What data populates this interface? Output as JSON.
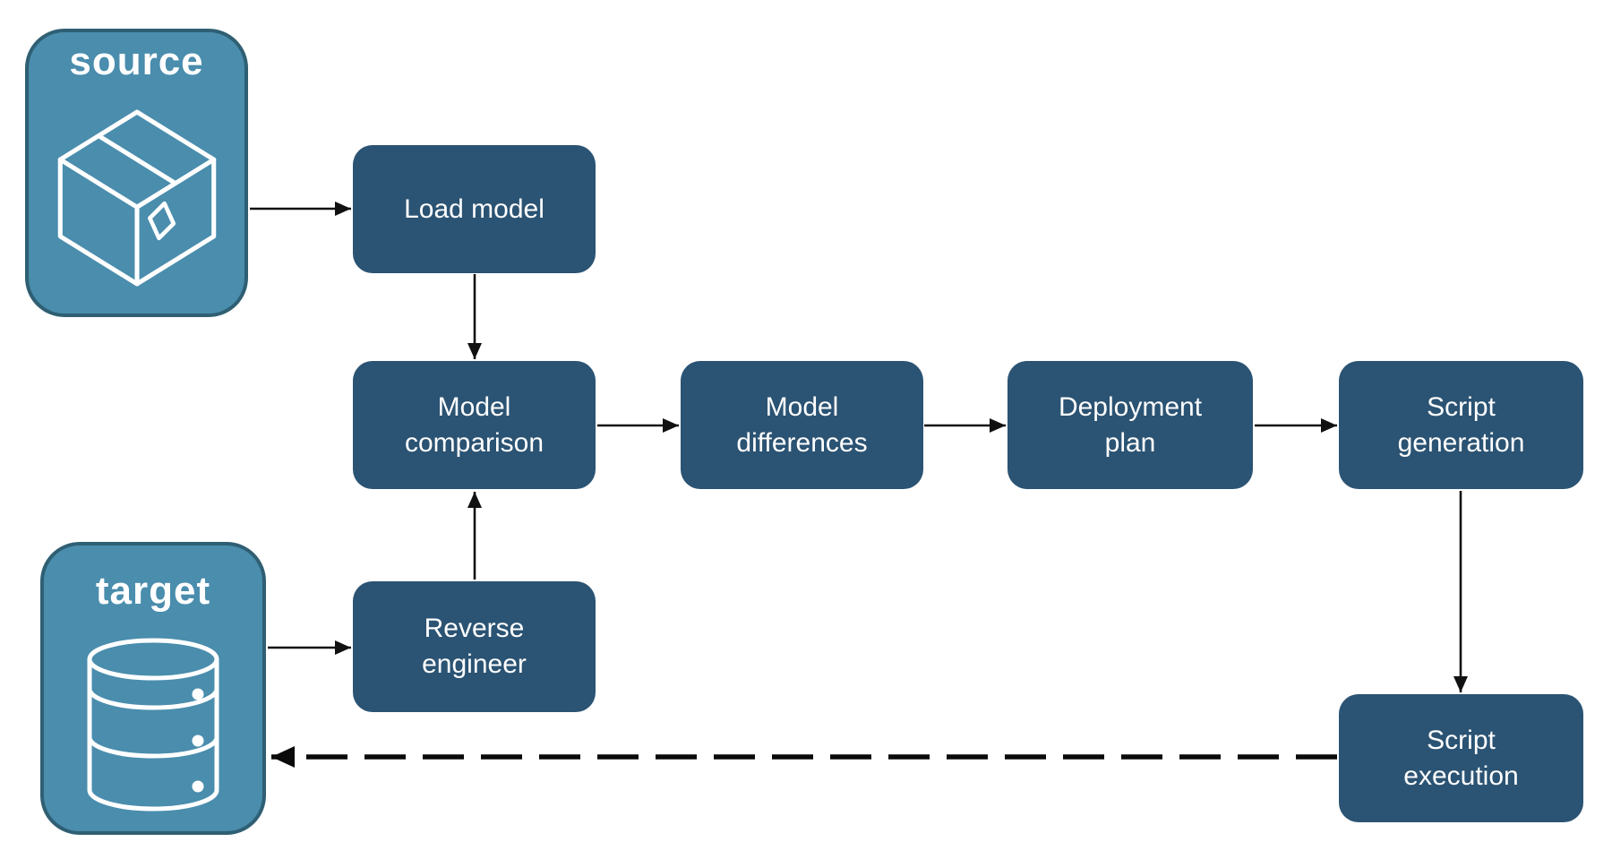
{
  "diagram": {
    "colors": {
      "node_fill": "#2B5373",
      "node_text": "#ffffff",
      "endpoint_fill": "#4A8DAD",
      "endpoint_border": "#2F5F73",
      "endpoint_text": "#ffffff",
      "arrow": "#111111",
      "background": "#ffffff"
    },
    "endpoints": {
      "source": {
        "label": "source",
        "icon": "package-icon"
      },
      "target": {
        "label": "target",
        "icon": "database-icon"
      }
    },
    "nodes": {
      "load_model": {
        "lines": [
          "Load model"
        ]
      },
      "model_comparison": {
        "lines": [
          "Model",
          "comparison"
        ]
      },
      "model_differences": {
        "lines": [
          "Model",
          "differences"
        ]
      },
      "deployment_plan": {
        "lines": [
          "Deployment",
          "plan"
        ]
      },
      "script_generation": {
        "lines": [
          "Script",
          "generation"
        ]
      },
      "reverse_engineer": {
        "lines": [
          "Reverse",
          "engineer"
        ]
      },
      "script_execution": {
        "lines": [
          "Script",
          "execution"
        ]
      }
    },
    "edges": [
      {
        "from": "source",
        "to": "load_model",
        "style": "solid"
      },
      {
        "from": "load_model",
        "to": "model_comparison",
        "style": "solid"
      },
      {
        "from": "model_comparison",
        "to": "model_differences",
        "style": "solid"
      },
      {
        "from": "model_differences",
        "to": "deployment_plan",
        "style": "solid"
      },
      {
        "from": "deployment_plan",
        "to": "script_generation",
        "style": "solid"
      },
      {
        "from": "script_generation",
        "to": "script_execution",
        "style": "solid"
      },
      {
        "from": "target",
        "to": "reverse_engineer",
        "style": "solid"
      },
      {
        "from": "reverse_engineer",
        "to": "model_comparison",
        "style": "solid"
      },
      {
        "from": "script_execution",
        "to": "target",
        "style": "dashed"
      }
    ]
  }
}
